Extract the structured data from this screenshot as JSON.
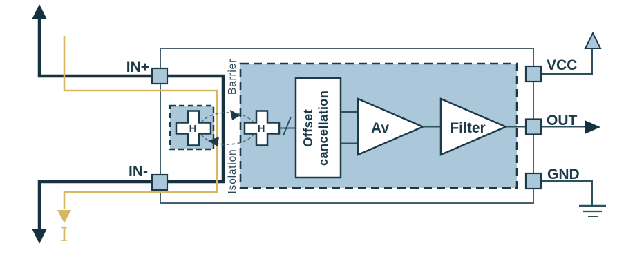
{
  "pins": {
    "in_plus": "IN+",
    "in_minus": "IN-",
    "vcc": "VCC",
    "out": "OUT",
    "gnd": "GND"
  },
  "isolation": {
    "word_top": "Barrier",
    "word_bottom": "Isolation"
  },
  "blocks": {
    "hall_primary_label": "H",
    "hall_secondary_label": "H",
    "offset_line1": "Offset",
    "offset_line2": "cancellation",
    "gain_label": "Av",
    "filter_label": "Filter"
  },
  "symbols": {
    "current": "I"
  },
  "colors": {
    "navy_text": "#1d3a4a",
    "thick_line": "#16313f",
    "light_blue_fill": "#aac8d9",
    "gold": "#d9b662",
    "outer_box_stroke": "#45606e",
    "wire": "#2e4f5e",
    "background": "#ffffff"
  }
}
